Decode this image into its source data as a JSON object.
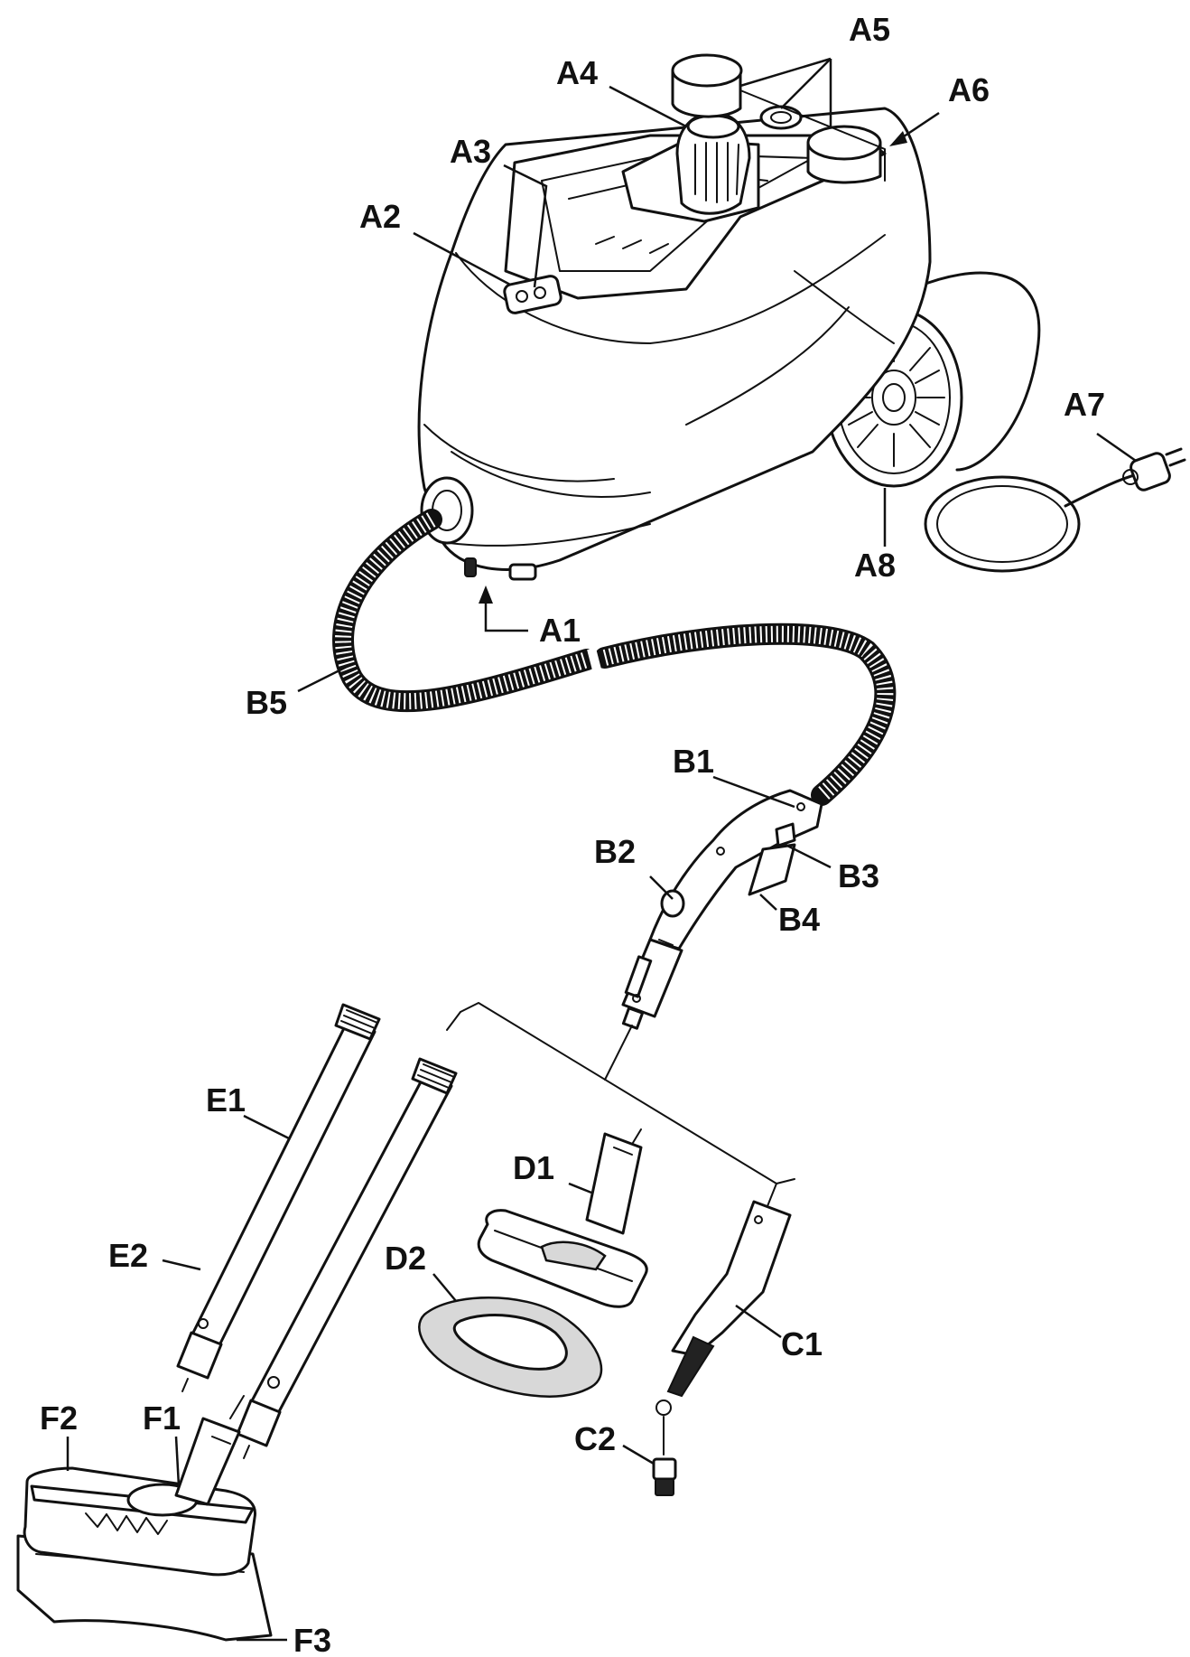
{
  "labels": {
    "A1": "A1",
    "A2": "A2",
    "A3": "A3",
    "A4": "A4",
    "A5": "A5",
    "A6": "A6",
    "A7": "A7",
    "A8": "A8",
    "B1": "B1",
    "B2": "B2",
    "B3": "B3",
    "B4": "B4",
    "B5": "B5",
    "C1": "C1",
    "C2": "C2",
    "D1": "D1",
    "D2": "D2",
    "E1": "E1",
    "E2": "E2",
    "F1": "F1",
    "F2": "F2",
    "F3": "F3"
  },
  "icons": {
    "base_unit": "steam-cleaner-body-icon",
    "hose": "steam-hose-icon",
    "gun": "steam-gun-icon",
    "extension_tubes": "extension-tube-icon",
    "floor_tool": "floor-nozzle-icon",
    "hand_tool": "hand-nozzle-icon",
    "detail_nozzle": "detail-nozzle-icon",
    "cloth": "cloth-icon"
  }
}
